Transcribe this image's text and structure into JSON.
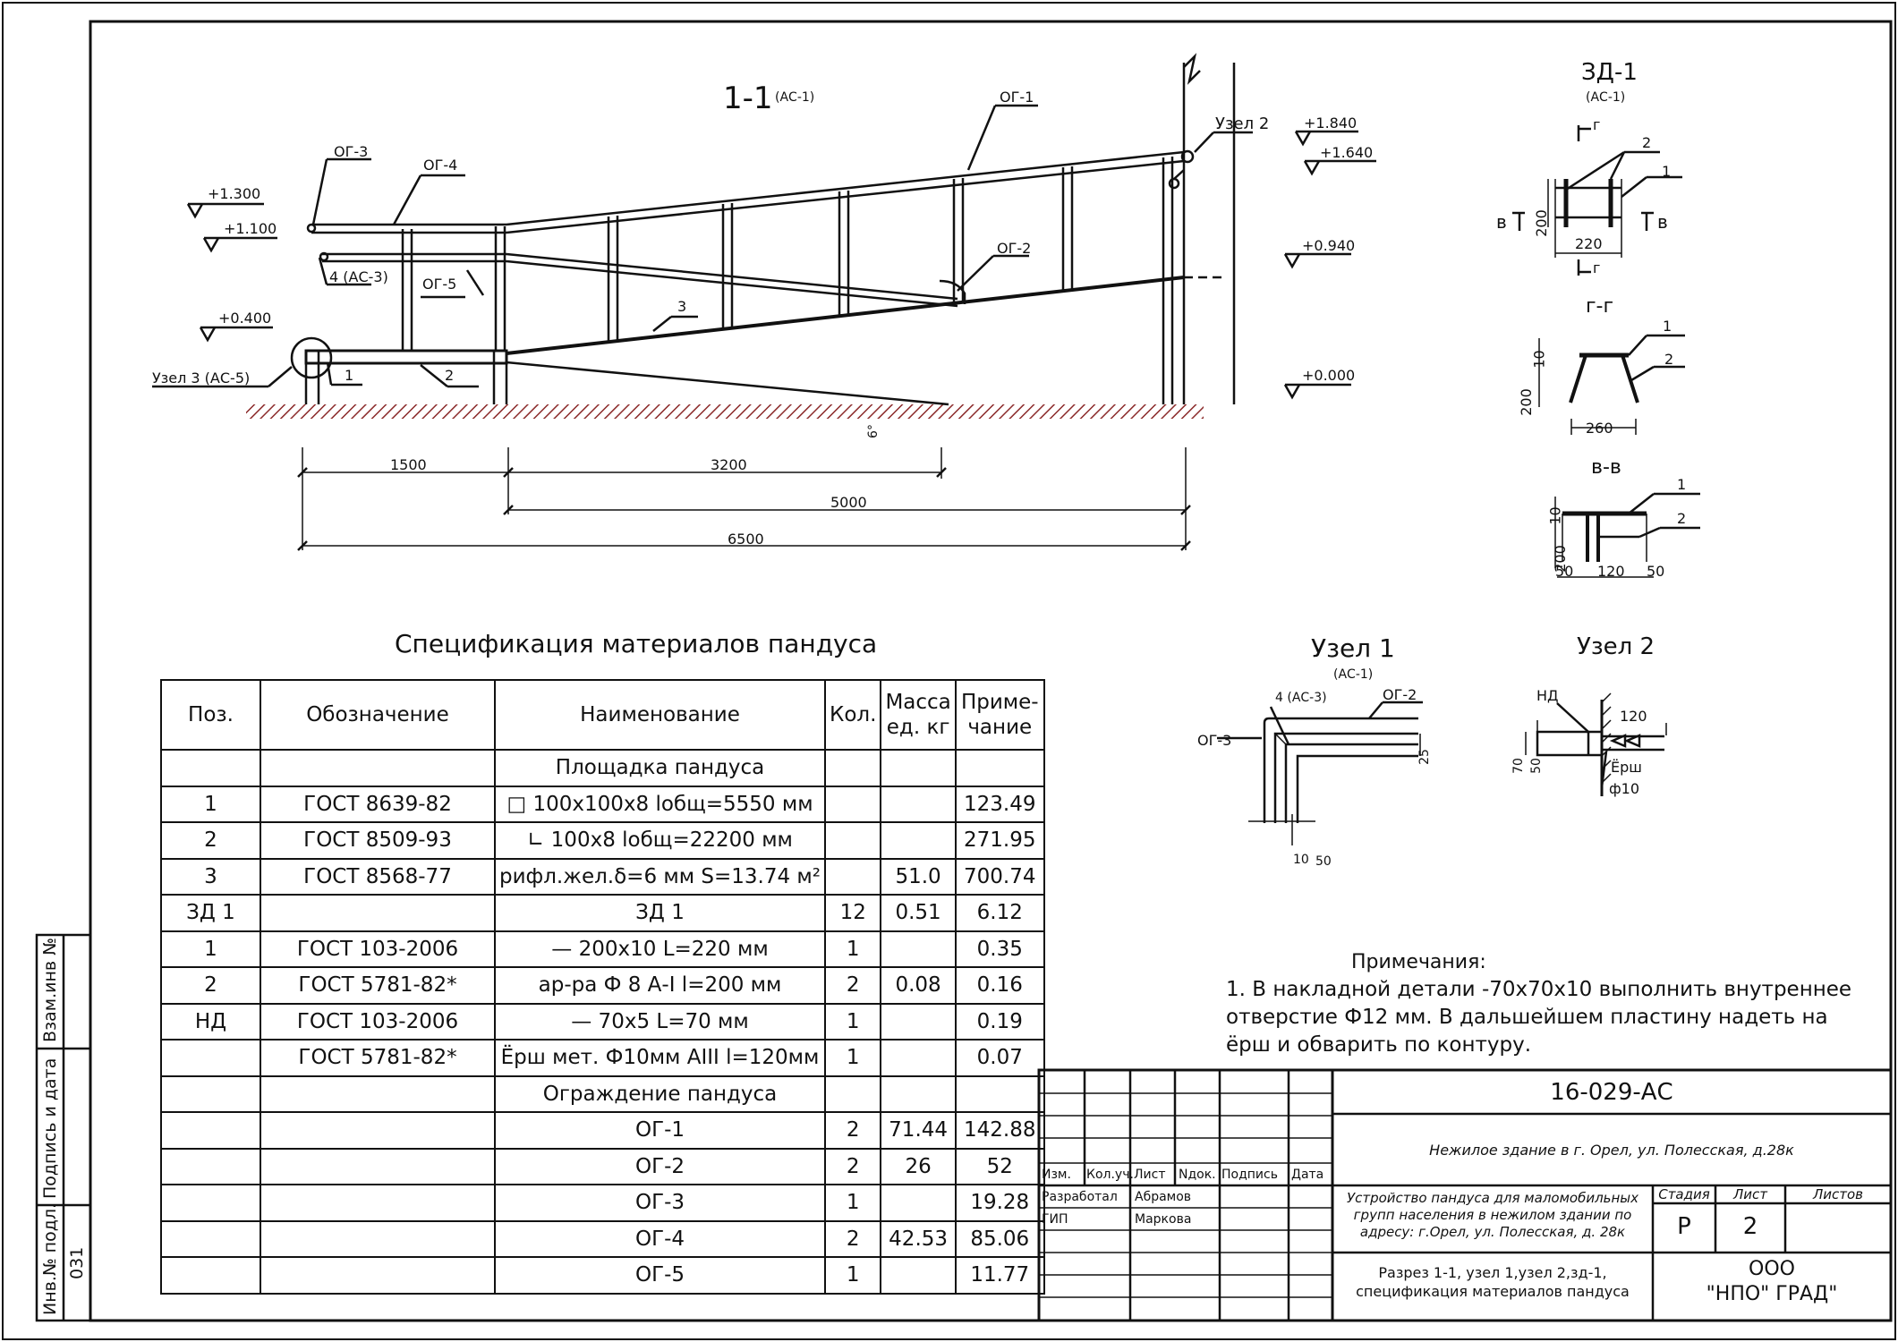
{
  "section": {
    "title": "1-1",
    "ref": "(АС-1)",
    "labels": {
      "og1": "ОГ-1",
      "og2": "ОГ-2",
      "og3": "ОГ-3",
      "og4": "ОГ-4",
      "og5": "ОГ-5",
      "node2": "Узел 2",
      "node3": "Узел 3 (АС-5)",
      "part4": "4 (АС-3)",
      "p1": "1",
      "p2": "2",
      "p3": "3",
      "angle": "6°"
    },
    "levels": {
      "l1300": "+1.300",
      "l1100": "+1.100",
      "l0400": "+0.400",
      "l1840": "+1.840",
      "l1640": "+1.640",
      "l0940": "+0.940",
      "l0000": "+0.000"
    },
    "dims": {
      "d1500": "1500",
      "d3200": "3200",
      "d5000": "5000",
      "d6500": "6500"
    }
  },
  "zd1": {
    "title": "ЗД-1",
    "ref": "(АС-1)",
    "w": "220",
    "h": "200",
    "cut_g": "г",
    "cut_v": "в",
    "p1": "1",
    "p2": "2",
    "gg_title": "г-г",
    "gg_w": "260",
    "gg_h": "200",
    "gg_t": "10",
    "vv_title": "в-в",
    "vv_h": "200",
    "vv_t": "10",
    "vv_a": "50",
    "vv_b": "120",
    "vv_c": "50"
  },
  "node1": {
    "title": "Узел 1",
    "ref": "(АС-1)",
    "og3": "ОГ-3",
    "part4": "4 (АС-3)",
    "og2": "ОГ-2",
    "d25": "25",
    "d10": "10",
    "d50": "50"
  },
  "node2": {
    "title": "Узел 2",
    "nd": "НД",
    "d120": "120",
    "d70": "70",
    "d50": "50",
    "ersh": "Ёрш",
    "dia": "ф10"
  },
  "notes": {
    "title": "Примечания:",
    "lines": [
      "1. В накладной детали -70х70х10 выполнить внутреннее",
      "отверстие Ф12 мм. В дальшейшем пластину надеть на",
      "ёрш и обварить по контуру."
    ]
  },
  "spec": {
    "title": "Спецификация материалов пандуса",
    "headers": {
      "pos": "Поз.",
      "des": "Обозначение",
      "name": "Наименование",
      "qty": "Кол.",
      "mass1": "Масса",
      "mass2": "ед. кг",
      "note1": "Приме-",
      "note2": "чание"
    },
    "rows": [
      {
        "pos": "",
        "des": "",
        "name": "Площадка пандуса",
        "qty": "",
        "mass": "",
        "note": ""
      },
      {
        "pos": "1",
        "des": "ГОСТ 8639-82",
        "name": "□ 100х100х8 lобщ=5550 мм",
        "qty": "",
        "mass": "",
        "note": "123.49"
      },
      {
        "pos": "2",
        "des": "ГОСТ 8509-93",
        "name": "∟ 100х8 lобщ=22200 мм",
        "qty": "",
        "mass": "",
        "note": "271.95"
      },
      {
        "pos": "3",
        "des": "ГОСТ 8568-77",
        "name": "рифл.жел.δ=6 мм S=13.74 м²",
        "qty": "",
        "mass": "51.0",
        "note": "700.74"
      },
      {
        "pos": "ЗД 1",
        "des": "",
        "name": "ЗД 1",
        "qty": "12",
        "mass": "0.51",
        "note": "6.12"
      },
      {
        "pos": "1",
        "des": "ГОСТ 103-2006",
        "name": "— 200х10 L=220 мм",
        "qty": "1",
        "mass": "",
        "note": "0.35"
      },
      {
        "pos": "2",
        "des": "ГОСТ 5781-82*",
        "name": "ар-ра Ф 8 А-I l=200 мм",
        "qty": "2",
        "mass": "0.08",
        "note": "0.16"
      },
      {
        "pos": "НД",
        "des": "ГОСТ 103-2006",
        "name": "— 70х5 L=70 мм",
        "qty": "1",
        "mass": "",
        "note": "0.19"
      },
      {
        "pos": "",
        "des": "ГОСТ 5781-82*",
        "name": "Ёрш мет. Ф10мм АIII l=120мм",
        "qty": "1",
        "mass": "",
        "note": "0.07"
      },
      {
        "pos": "",
        "des": "",
        "name": "Ограждение пандуса",
        "qty": "",
        "mass": "",
        "note": ""
      },
      {
        "pos": "",
        "des": "",
        "name": "ОГ-1",
        "qty": "2",
        "mass": "71.44",
        "note": "142.88"
      },
      {
        "pos": "",
        "des": "",
        "name": "ОГ-2",
        "qty": "2",
        "mass": "26",
        "note": "52"
      },
      {
        "pos": "",
        "des": "",
        "name": "ОГ-3",
        "qty": "1",
        "mass": "",
        "note": "19.28"
      },
      {
        "pos": "",
        "des": "",
        "name": "ОГ-4",
        "qty": "2",
        "mass": "42.53",
        "note": "85.06"
      },
      {
        "pos": "",
        "des": "",
        "name": "ОГ-5",
        "qty": "1",
        "mass": "",
        "note": "11.77"
      }
    ]
  },
  "stamp": {
    "code": "16-029-АС",
    "object": "Нежилое здание в г. Орел, ул. Полесская, д.28к",
    "headers": {
      "izm": "Изм.",
      "koluch": "Кол.уч.",
      "list": "Лист",
      "ndok": "Nдок.",
      "podpis": "Подпись",
      "data": "Дата"
    },
    "razrab_role": "Разработал",
    "razrab_name": "Абрамов",
    "gip_role": "ГИП",
    "gip_name": "Маркова",
    "work": [
      "Устройство пандуса для маломобильных",
      "групп населения в нежилом здании по",
      "адресу: г.Орел, ул. Полесская, д. 28к"
    ],
    "stage_label": "Стадия",
    "sheet_label": "Лист",
    "sheets_label": "Листов",
    "stage": "Р",
    "sheet": "2",
    "sheets": "",
    "sheet_title": [
      "Разрез 1-1, узел 1,узел 2,зд-1,",
      "спецификация материалов пандуса"
    ],
    "org": [
      "ООО",
      "\"НПО\" ГРАД\""
    ]
  },
  "side": {
    "vzam": "Взам.инв №",
    "podpis": "Подпись и дата",
    "inv": "Инв.№ подл.",
    "inv_val": "031"
  }
}
